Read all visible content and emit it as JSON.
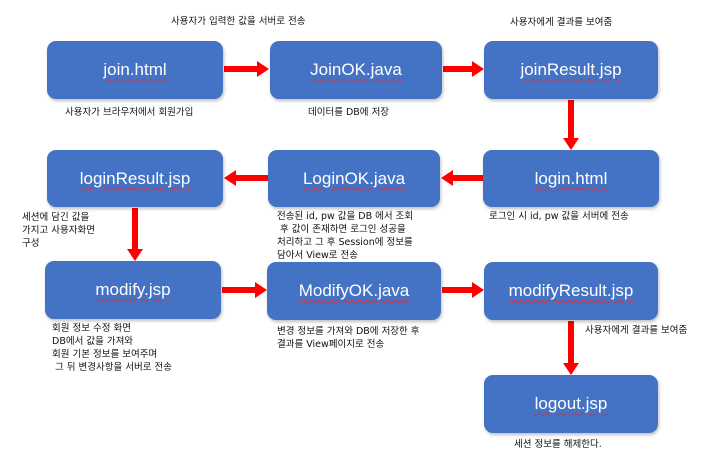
{
  "colors": {
    "box": "#4472C4",
    "arrow": "#FF0000"
  },
  "boxes": {
    "join_html": "join.html",
    "joinok_java": "JoinOK.java",
    "joinresult_jsp": "joinResult.jsp",
    "login_html": "login.html",
    "loginok_java": "LoginOK.java",
    "loginresult_jsp": "loginResult.jsp",
    "modify_jsp": "modify.jsp",
    "modifyok_java": "ModifyOK.java",
    "modifyresult_jsp": "modifyResult.jsp",
    "logout_jsp": "logout.jsp"
  },
  "notes": {
    "send_to_server": "사용자가 입력한 값을 서버로 전송",
    "show_result_top": "사용자에게 결과를 보여줌",
    "browser_join": "사용자가 브라우저에서 회원가입",
    "save_db": "데이터를 DB에 저장",
    "login_send": "로그인 시 id, pw 값을 서버에 전송",
    "login_process": "전송된 id, pw 값을 DB 에서 조회\n 후 값이 존재하면 로그인 성공을\n처리하고 그 후 Session에 정보를\n담아서 View로 전송",
    "session_screen": "세션에 담긴 값을\n가지고 사용자화면\n구성",
    "modify_desc": "회원 정보 수정 화면\nDB에서 값을 가져와\n회원 기본 정보를 보여주며\n 그 뒤 변경사항을 서버로 전송",
    "modify_save": "변경 정보를 가져와 DB에 저장한 후\n결과를 View페이지로 전송",
    "show_result_mid": "사용자에게 결과를 보여줌",
    "logout_desc": "세션 정보를 해제한다."
  }
}
